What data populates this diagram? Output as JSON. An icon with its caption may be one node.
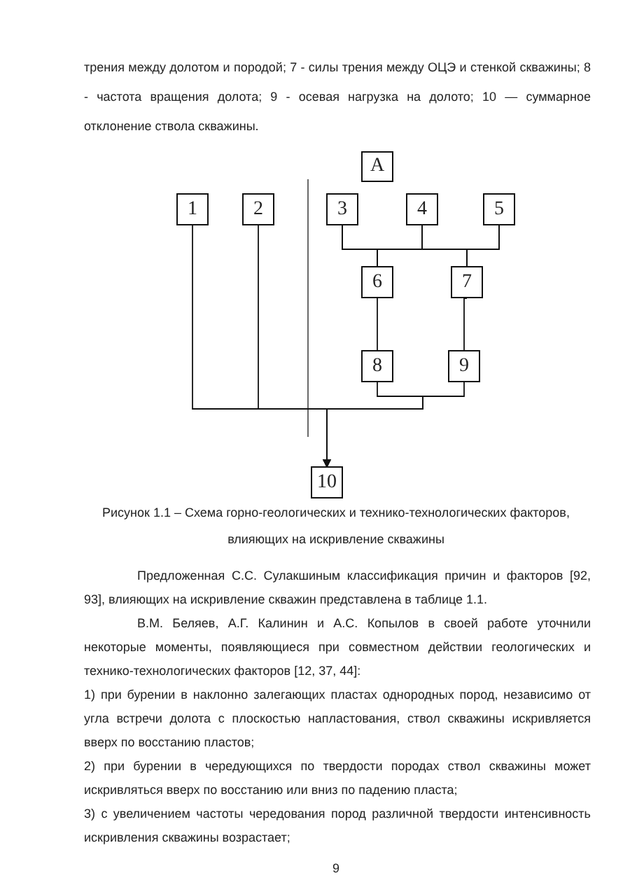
{
  "diagram": {
    "caption": "Рисунок 1.1 – Схема горно-геологических и технико-технологических факторов, влияющих на искривление скважины",
    "nodes": [
      {
        "text": [
          "А"
        ]
      },
      {
        "text": [
          "1"
        ]
      },
      {
        "text": [
          "2"
        ]
      },
      {
        "text": [
          "3"
        ]
      },
      {
        "text": [
          "4"
        ]
      },
      {
        "text": [
          "5"
        ]
      },
      {
        "text": [
          "6"
        ]
      },
      {
        "text": [
          "7"
        ]
      },
      {
        "text": [
          "8"
        ]
      },
      {
        "text": [
          "9"
        ]
      },
      {
        "text": [
          "10"
        ]
      }
    ],
    "edges": [
      {
        "from": 3,
        "to": 6,
        "arrow": "none"
      },
      {
        "from": 3,
        "to": 7,
        "arrow": "none"
      },
      {
        "from": 4,
        "to": 6,
        "arrow": "none"
      },
      {
        "from": 4,
        "to": 7,
        "arrow": "none"
      },
      {
        "from": 5,
        "to": 6,
        "arrow": "none"
      },
      {
        "from": 5,
        "to": 7,
        "arrow": "none"
      },
      {
        "from": 6,
        "to": 8,
        "arrow": "none"
      },
      {
        "from": 7,
        "to": 9,
        "arrow": "none"
      },
      {
        "from": 1,
        "to": 10,
        "arrow": "to"
      },
      {
        "from": 2,
        "to": 10,
        "arrow": "to"
      },
      {
        "from": 8,
        "to": 10,
        "arrow": "to"
      },
      {
        "from": 9,
        "to": 10,
        "arrow": "to"
      }
    ],
    "labels": [
      "трения между долотом и породой; 7 - силы трения между ОЦЭ и стенкой скважины; 8 - частота вращения долота; 9 - осевая нагрузка на долото; 10 — суммарное отклонение ствола скважины.",
      "Предложенная С.С. Сулакшиным классификация причин и факторов [92, 93], влияющих на искривление скважин представлена в таблице 1.1.",
      "В.М. Беляев, А.Г. Калинин и А.С. Копылов в своей работе уточнили некоторые моменты, появляющиеся при совместном действии геологических и технико-технологических факторов [12, 37, 44]:",
      "1) при бурении в наклонно залегающих пластах однородных пород, независимо от угла встречи долота с плоскостью напластования, ствол скважины искривляется вверх по восстанию пластов;",
      "2) при бурении в чередующихся по твердости породах ствол скважины может искривляться вверх по восстанию или вниз по падению пласта;",
      "3) с увеличением частоты чередования пород различной твердости интенсивность искривления скважины возрастает;",
      "9"
    ]
  }
}
